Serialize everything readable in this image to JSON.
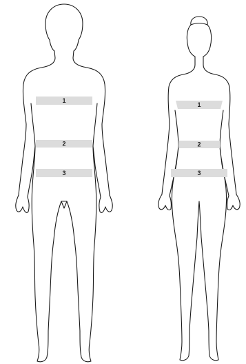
{
  "colors": {
    "background": "#ffffff",
    "outline": "#1a1a1a",
    "band": "#dcdcdc",
    "label": "#222222"
  },
  "figures": [
    {
      "name": "male",
      "bands": [
        {
          "label": "1"
        },
        {
          "label": "2"
        },
        {
          "label": "3"
        }
      ]
    },
    {
      "name": "female",
      "bands": [
        {
          "label": "1"
        },
        {
          "label": "2"
        },
        {
          "label": "3"
        }
      ]
    }
  ]
}
